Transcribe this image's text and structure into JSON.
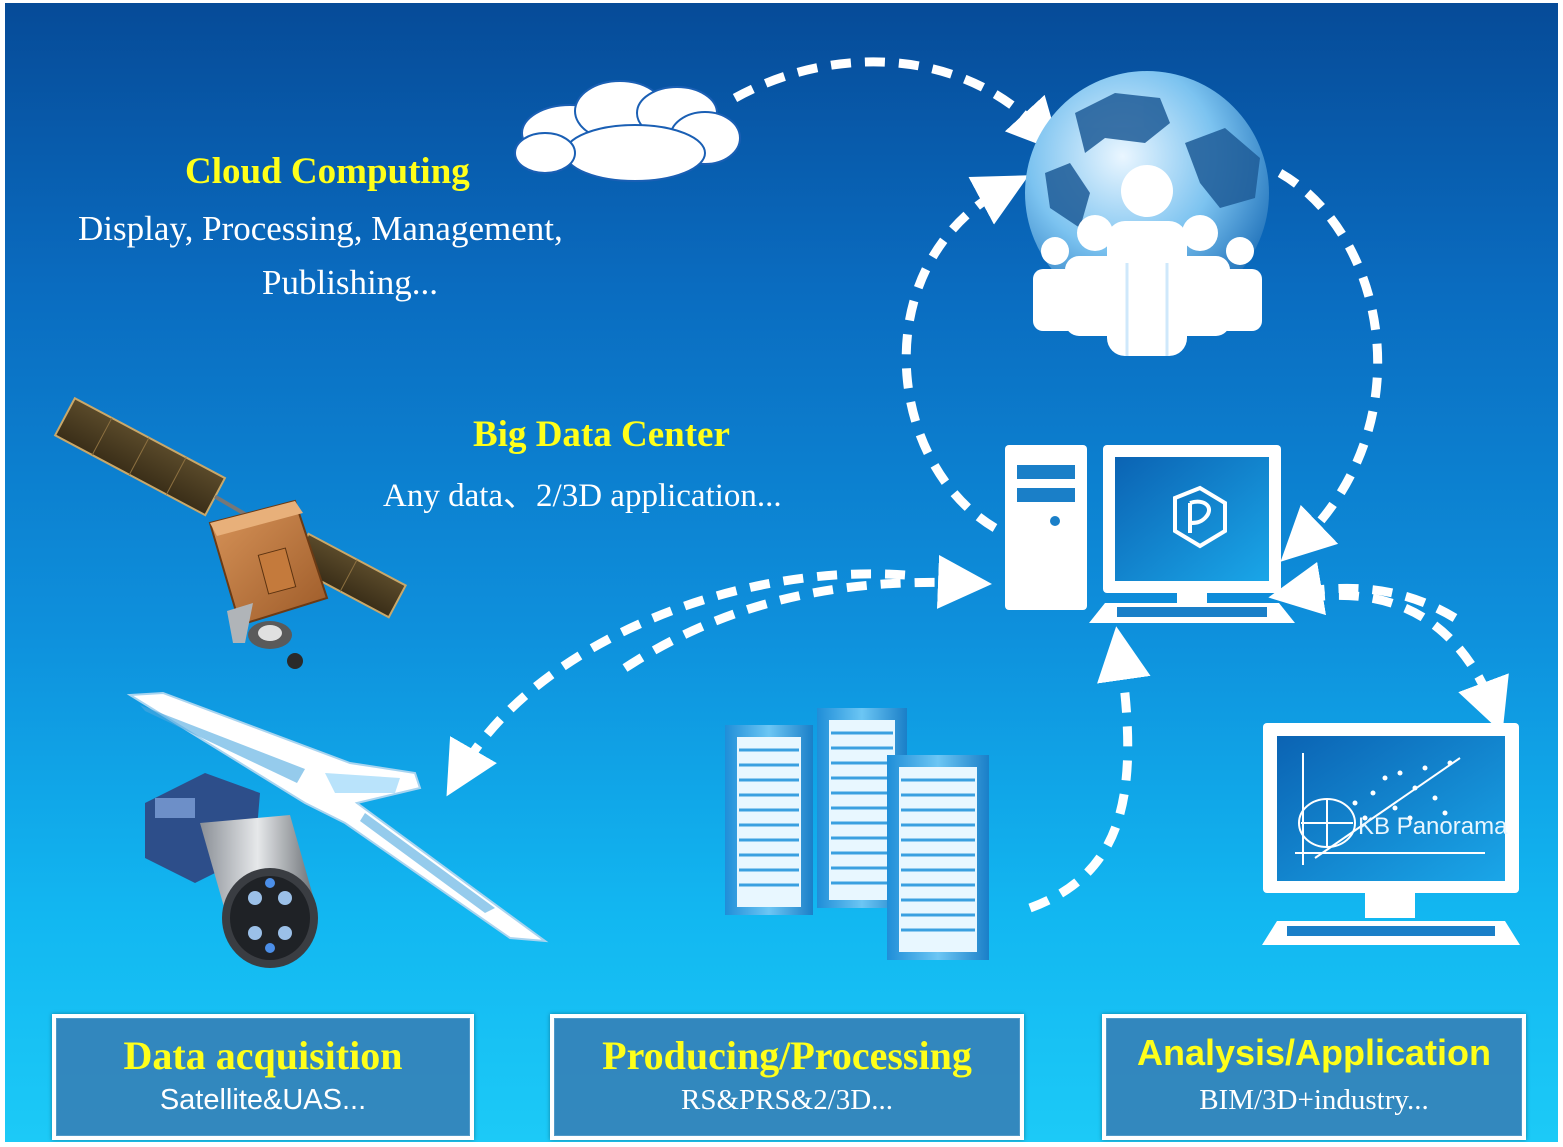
{
  "cloud_computing": {
    "title": "Cloud Computing",
    "line1": "Display, Processing, Management,",
    "line2": "Publishing..."
  },
  "big_data_center": {
    "title": "Big Data Center",
    "subtitle": "Any data、2/3D application..."
  },
  "monitor_label": "KB Panorama",
  "boxes": {
    "acquisition": {
      "title": "Data acquisition",
      "subtitle": "Satellite&UAS..."
    },
    "processing": {
      "title": "Producing/Processing",
      "subtitle": "RS&PRS&2/3D..."
    },
    "analysis": {
      "title": "Analysis/Application",
      "subtitle": "BIM/3D+industry..."
    }
  },
  "colors": {
    "title_yellow": "#ffff1a",
    "text_white": "#ffffff",
    "background_top": "#064b98",
    "background_bottom": "#1ccaf7"
  },
  "icons": [
    "cloud-icon",
    "globe-users-icon",
    "satellite-icon",
    "uav-icon",
    "camera-icon",
    "server-rack-icon",
    "desktop-computer-icon",
    "analysis-monitor-icon"
  ]
}
